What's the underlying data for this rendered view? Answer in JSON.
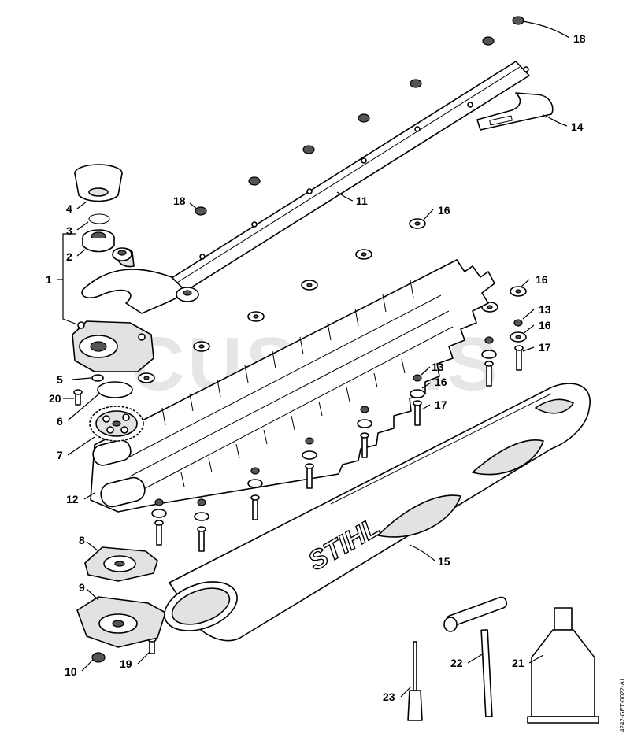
{
  "watermark": "CUSHMIS",
  "diagram_code": "4242-GET-0022-A1",
  "brand_mark": "STIHL",
  "callouts": [
    {
      "id": "c18a",
      "text": "18"
    },
    {
      "id": "c14",
      "text": "14"
    },
    {
      "id": "c11",
      "text": "11"
    },
    {
      "id": "c18b",
      "text": "18"
    },
    {
      "id": "c16a",
      "text": "16"
    },
    {
      "id": "c4",
      "text": "4"
    },
    {
      "id": "c3",
      "text": "3"
    },
    {
      "id": "c2",
      "text": "2"
    },
    {
      "id": "c1",
      "text": "1"
    },
    {
      "id": "c16b",
      "text": "16"
    },
    {
      "id": "c13a",
      "text": "13"
    },
    {
      "id": "c16c",
      "text": "16"
    },
    {
      "id": "c17a",
      "text": "17"
    },
    {
      "id": "c13b",
      "text": "13"
    },
    {
      "id": "c16d",
      "text": "16"
    },
    {
      "id": "c5",
      "text": "5"
    },
    {
      "id": "c20",
      "text": "20"
    },
    {
      "id": "c6",
      "text": "6"
    },
    {
      "id": "c17b",
      "text": "17"
    },
    {
      "id": "c7",
      "text": "7"
    },
    {
      "id": "c12",
      "text": "12"
    },
    {
      "id": "c8",
      "text": "8"
    },
    {
      "id": "c15",
      "text": "15"
    },
    {
      "id": "c9",
      "text": "9"
    },
    {
      "id": "c10",
      "text": "10"
    },
    {
      "id": "c19",
      "text": "19"
    },
    {
      "id": "c22",
      "text": "22"
    },
    {
      "id": "c21",
      "text": "21"
    },
    {
      "id": "c23",
      "text": "23"
    }
  ]
}
